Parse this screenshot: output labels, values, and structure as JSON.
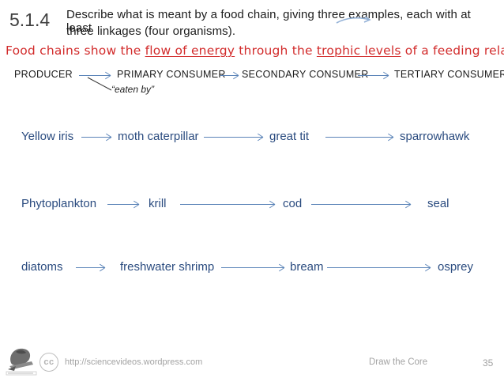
{
  "header": {
    "section_number": "5.1.4",
    "title_line1": "Describe what is meant by a food chain, giving three examples, each with at least",
    "title_line2": "three linkages (four organisms)."
  },
  "key_point": {
    "part1": "Food chains show the ",
    "underline1": "flow of energy",
    "part2": " through the ",
    "underline2": "trophic levels",
    "part3": " of a feeding relationship."
  },
  "trophic_levels": {
    "labels": [
      "PRODUCER",
      "PRIMARY CONSUMER",
      "SECONDARY CONSUMER",
      "TERTIARY CONSUMER"
    ],
    "arrow_annotation": "“eaten by”"
  },
  "food_chains": [
    {
      "organisms": [
        "Yellow iris",
        "moth caterpillar",
        "great tit",
        "sparrowhawk"
      ]
    },
    {
      "organisms": [
        "Phytoplankton",
        "krill",
        "cod",
        "seal"
      ]
    },
    {
      "organisms": [
        "diatoms",
        "freshwater shrimp",
        "bream",
        "osprey"
      ]
    }
  ],
  "footer": {
    "cc_label": "cc",
    "url": "http://sciencevideos.wordpress.com",
    "attribution": "Draw the Core",
    "page_number": "35"
  },
  "colors": {
    "red_text": "#d22b2b",
    "chain_text": "#2a4b7f",
    "arrow_blue": "#5b84b8",
    "footer_gray": "#a3a3a3"
  }
}
